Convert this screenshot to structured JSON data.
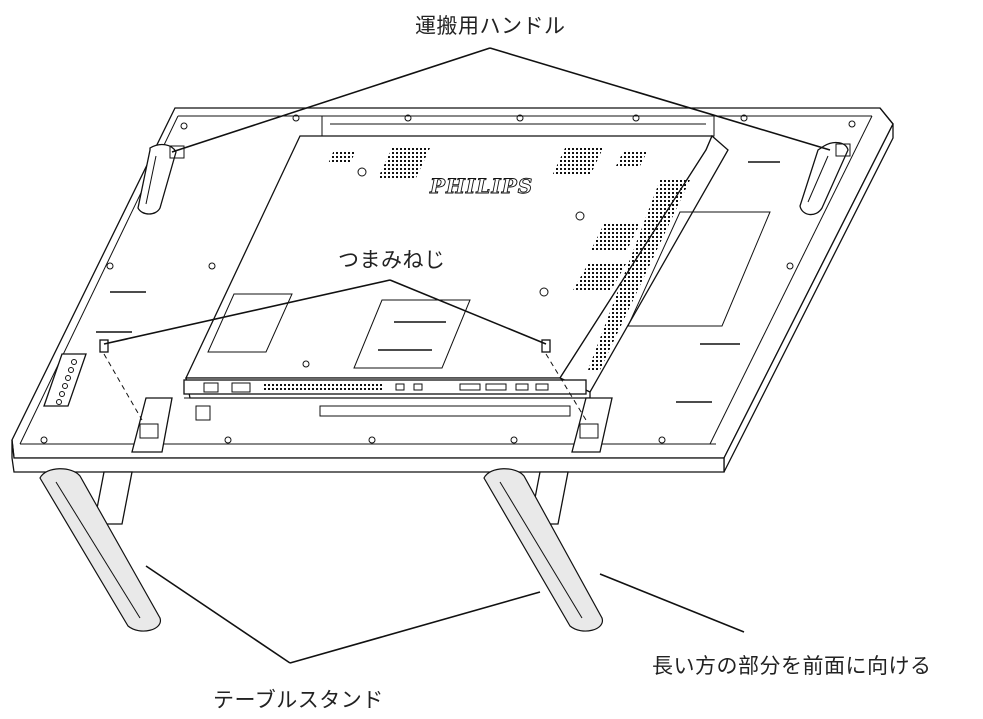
{
  "labels": {
    "handles": "運搬用ハンドル",
    "screws": "つまみねじ",
    "front": "長い方の部分を前面に向ける",
    "stands": "テーブルスタンド"
  },
  "brand": "PHILIPS"
}
